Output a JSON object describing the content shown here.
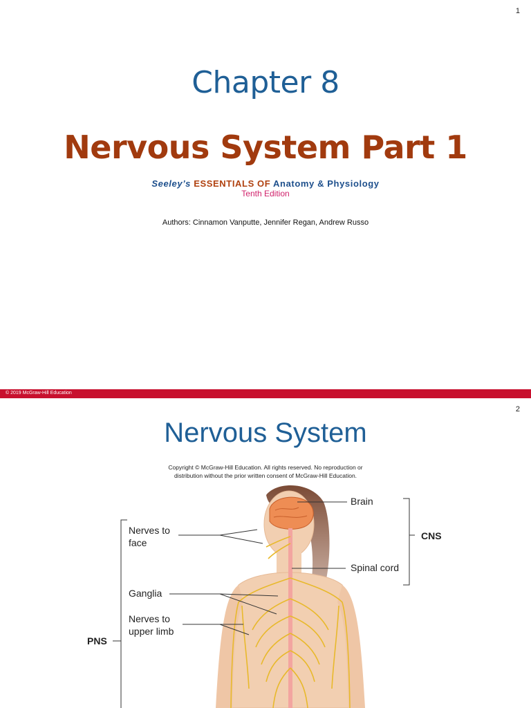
{
  "slide1": {
    "page_number": "1",
    "chapter": "Chapter 8",
    "title": "Nervous System Part 1",
    "book": {
      "author_name": "Seeley’s",
      "essentials": "ESSENTIALS OF",
      "subject": "Anatomy & Physiology",
      "edition": "Tenth Edition"
    },
    "authors": "Authors: Cinnamon Vanputte, Jennifer Regan, Andrew Russo",
    "footer": "© 2019 McGraw-Hill Education"
  },
  "slide2": {
    "page_number": "2",
    "title": "Nervous System",
    "copyright_line1": "Copyright © McGraw-Hill Education.  All rights reserved. No reproduction or",
    "copyright_line2": "distribution without the prior written consent of McGraw-Hill Education.",
    "labels": {
      "brain": "Brain",
      "spinal_cord": "Spinal cord",
      "cns": "CNS",
      "nerves_face_1": "Nerves to",
      "nerves_face_2": "face",
      "ganglia": "Ganglia",
      "nerves_limb_1": "Nerves to",
      "nerves_limb_2": "upper limb",
      "pns": "PNS"
    }
  },
  "colors": {
    "chapter_blue": "#1f5f96",
    "title_rust": "#a13a0e",
    "edition_pink": "#d0206a",
    "footer_red": "#c8102e",
    "nerve_yellow": "#e8b92b",
    "skin": "#f2cfb1"
  }
}
